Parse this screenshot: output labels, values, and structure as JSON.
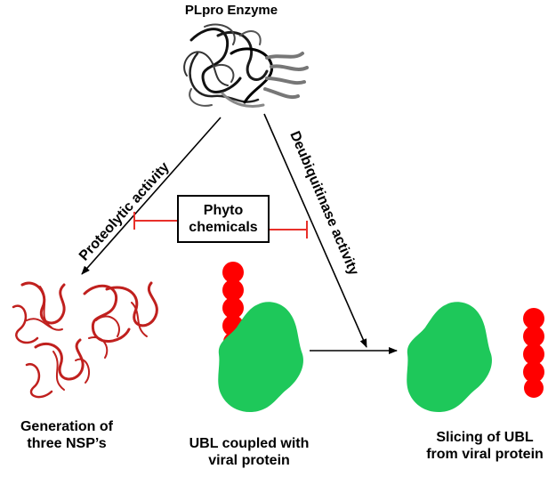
{
  "title": "PLpro Enzyme",
  "left_pathway": "Proteolytic activity",
  "right_pathway": "Deubiquitinase activity",
  "inhibitor": {
    "line1": "Phyto",
    "line2": "chemicals"
  },
  "outputs": {
    "left": {
      "line1": "Generation of",
      "line2": "three NSP’s"
    },
    "middle": {
      "line1": "UBL coupled with",
      "line2": "viral protein"
    },
    "right": {
      "line1": "Slicing of UBL",
      "line2": "from viral protein"
    }
  },
  "colors": {
    "ubl": "#ff0000",
    "viral_protein": "#1ec85a",
    "inhibition": "#e8302a",
    "nsp_ribbon": "#c0201e"
  }
}
